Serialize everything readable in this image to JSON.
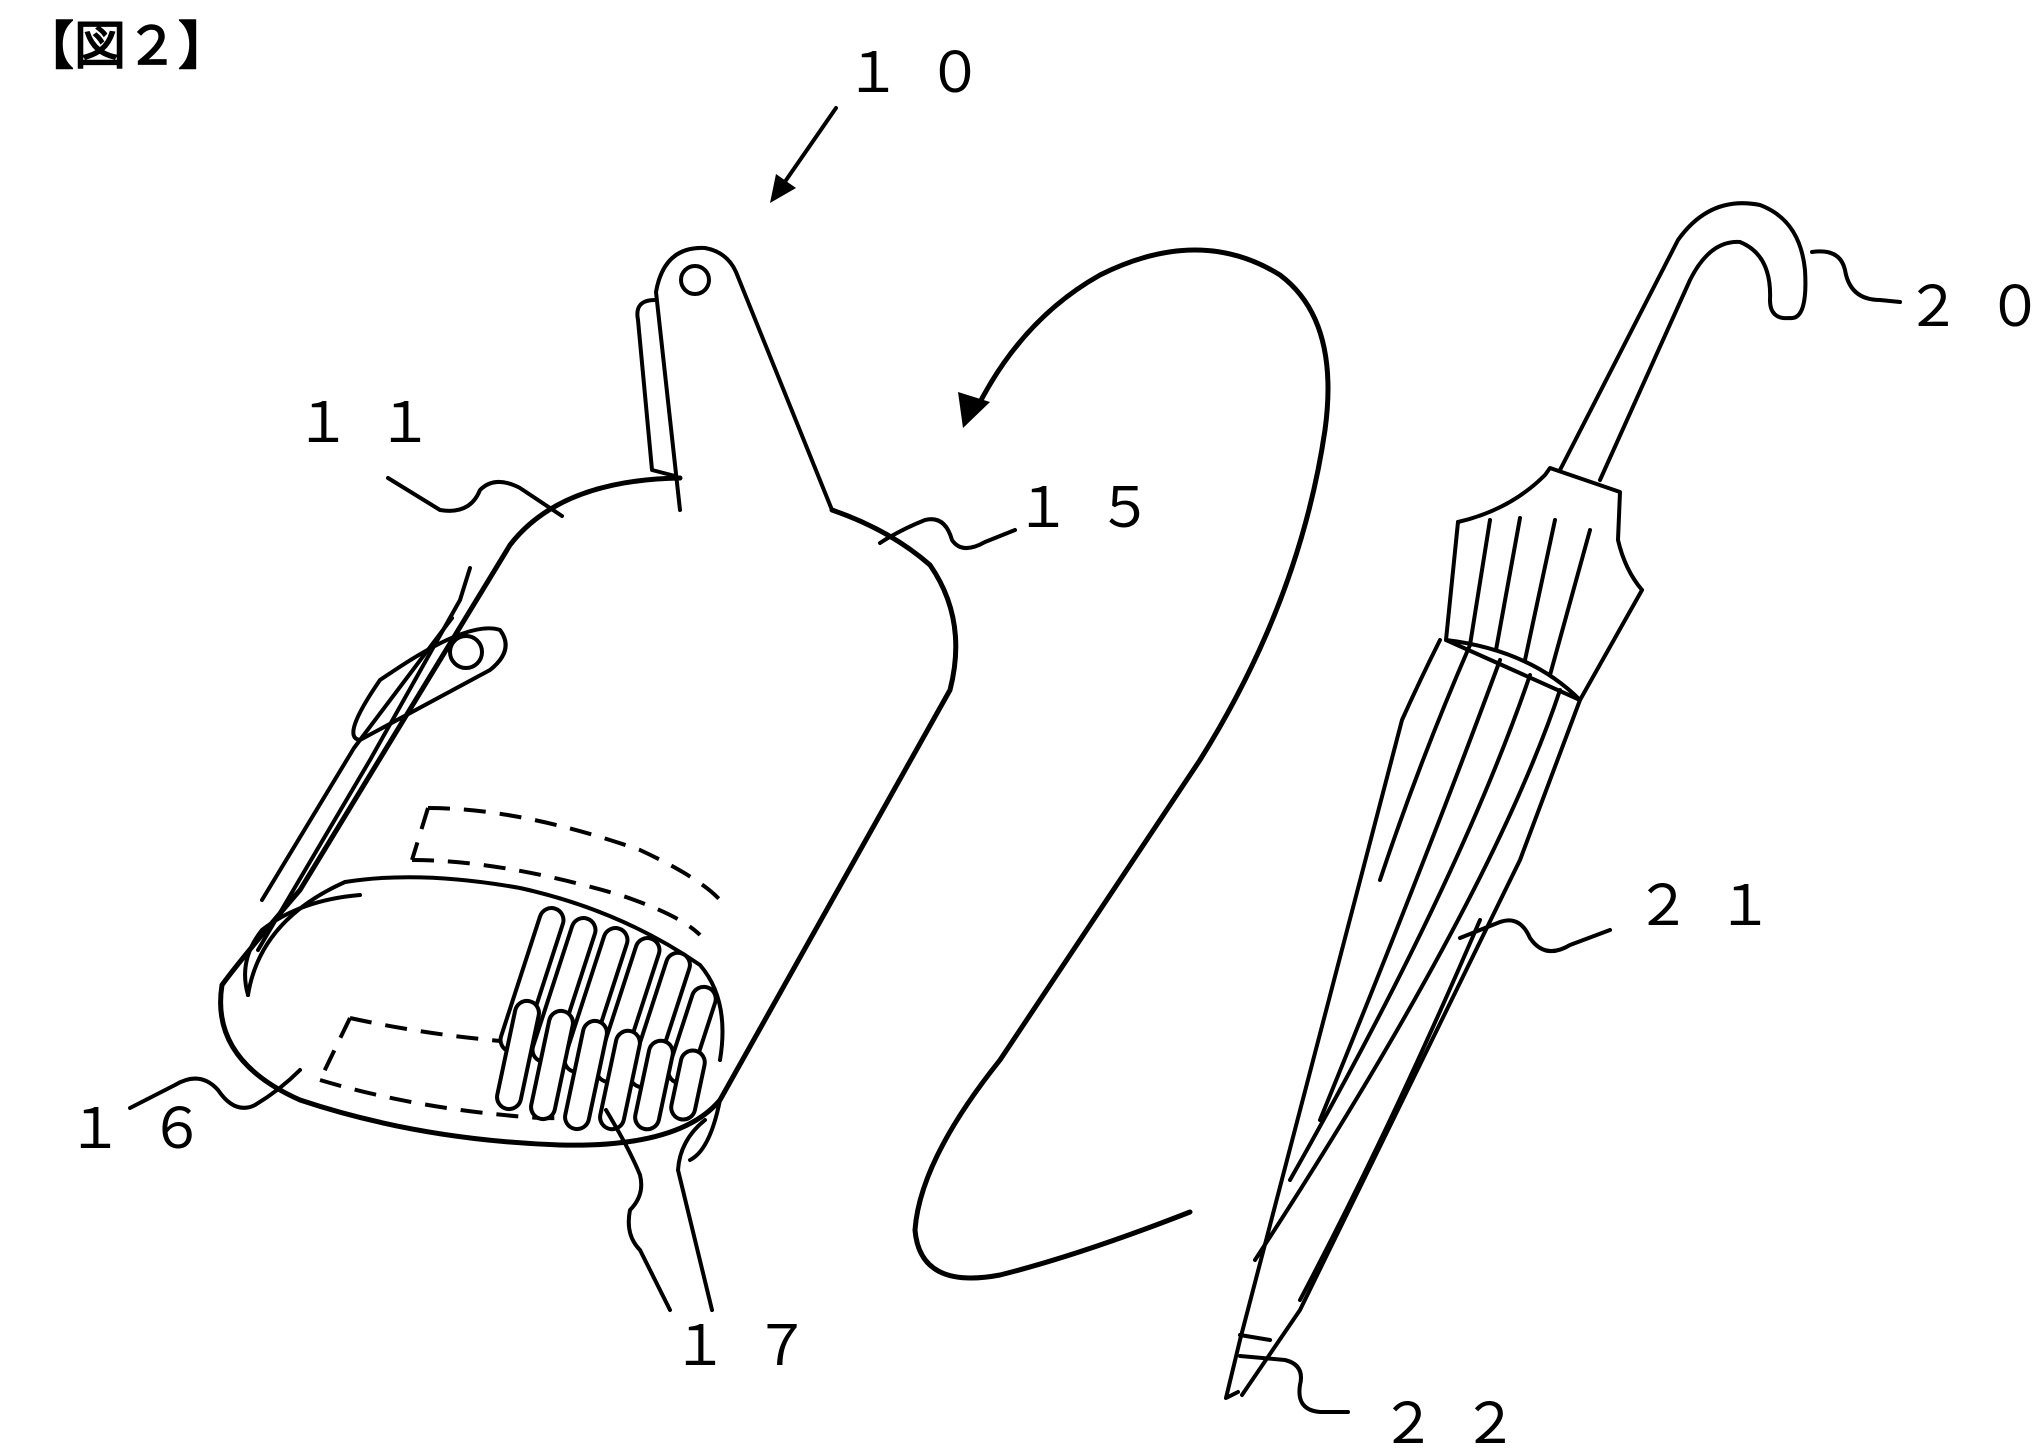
{
  "figure": {
    "title": "【図２】"
  },
  "reference_numerals": {
    "device": "１０",
    "cover": "１１",
    "neck": "１５",
    "band": "１６",
    "brush": "１７",
    "umbrella": "２０",
    "canopy": "２１",
    "tip": "２２"
  }
}
